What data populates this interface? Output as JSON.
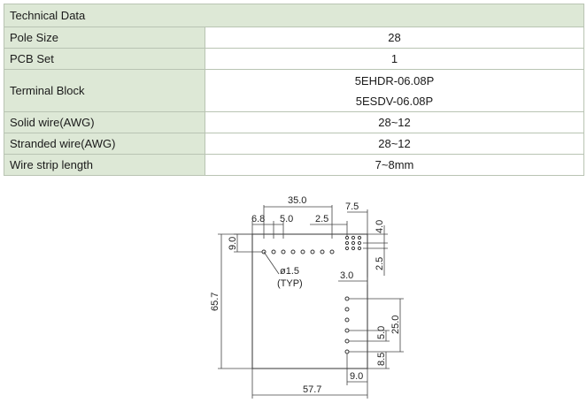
{
  "table": {
    "title": "Technical Data",
    "rows": [
      {
        "label": "Pole Size",
        "value": "28"
      },
      {
        "label": "PCB Set",
        "value": "1"
      },
      {
        "label": "Terminal Block",
        "values": [
          "5EHDR-06.08P",
          "5ESDV-06.08P"
        ]
      },
      {
        "label": "Solid wire(AWG)",
        "value": "28~12"
      },
      {
        "label": "Stranded wire(AWG)",
        "value": "28~12"
      },
      {
        "label": "Wire strip length",
        "value": "7~8mm"
      }
    ]
  },
  "drawing": {
    "dimensions": {
      "top_width": "35.0",
      "left_offset": "6.8",
      "pitch_top": "5.0",
      "pitch_small": "2.5",
      "right_offset": "7.5",
      "top_margin": "4.0",
      "left_margin": "9.0",
      "right_pitch": "2.5",
      "hole_dia": "ø1.5",
      "hole_note": "(TYP)",
      "inner_offset": "3.0",
      "height": "65.7",
      "bottom_pitch": "5.0",
      "bottom_span": "25.0",
      "bottom_margin": "8.5",
      "width": "57.7",
      "bottom_offset": "9.0"
    }
  }
}
